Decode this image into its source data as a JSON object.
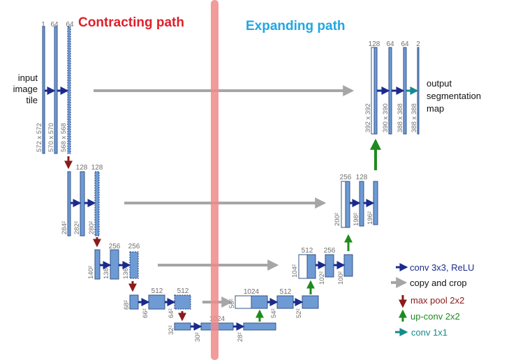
{
  "titles": {
    "contracting": "Contracting path",
    "expanding": "Expanding path"
  },
  "input_label": [
    "input",
    "image",
    "tile"
  ],
  "output_label": [
    "output",
    "segmentation",
    "map"
  ],
  "levels": {
    "l1": {
      "channels": [
        "1",
        "64",
        "64"
      ],
      "sizes": [
        "572 x 572",
        "570 x 570",
        "568 x 568"
      ]
    },
    "l2": {
      "channels": [
        "128",
        "128"
      ],
      "sizes": [
        "284²",
        "282²",
        "280²"
      ]
    },
    "l3": {
      "channels": [
        "256",
        "256"
      ],
      "sizes": [
        "140²",
        "138²",
        "136²"
      ]
    },
    "l4": {
      "channels": [
        "512",
        "512"
      ],
      "sizes": [
        "68²",
        "66²",
        "64²"
      ]
    },
    "l5": {
      "channels": [
        "1024"
      ],
      "sizes": [
        "32²",
        "30²",
        "28²"
      ]
    },
    "r4": {
      "channels": [
        "1024",
        "512"
      ],
      "sizes": [
        "56²",
        "54²",
        "52²"
      ]
    },
    "r3": {
      "channels": [
        "512",
        "256"
      ],
      "sizes": [
        "104²",
        "102²",
        "100²"
      ]
    },
    "r2": {
      "channels": [
        "256",
        "128"
      ],
      "sizes": [
        "200²",
        "198²",
        "196²"
      ]
    },
    "r1": {
      "channels": [
        "128",
        "64",
        "64",
        "2"
      ],
      "sizes": [
        "392 x 392",
        "390 x 390",
        "388 x 388",
        "388 x 388"
      ]
    }
  },
  "legend": [
    {
      "label": "conv 3x3, ReLU",
      "color": "#1a2a8c",
      "icon": "arrow-right-icon"
    },
    {
      "label": "copy and crop",
      "color": "#a6a6a6",
      "icon": "arrow-right-icon"
    },
    {
      "label": "max pool 2x2",
      "color": "#8b1a1a",
      "icon": "arrow-down-icon"
    },
    {
      "label": "up-conv 2x2",
      "color": "#1f8a1f",
      "icon": "arrow-up-icon"
    },
    {
      "label": "conv 1x1",
      "color": "#168a8a",
      "icon": "arrow-right-icon"
    }
  ],
  "colors": {
    "conv": "#1a2a8c",
    "copy": "#a6a6a6",
    "pool": "#8b1a1a",
    "upconv": "#1f8a1f",
    "conv1x1": "#168a8a",
    "feature_map": "#6f9bd4",
    "divider": "#f08a8a"
  }
}
